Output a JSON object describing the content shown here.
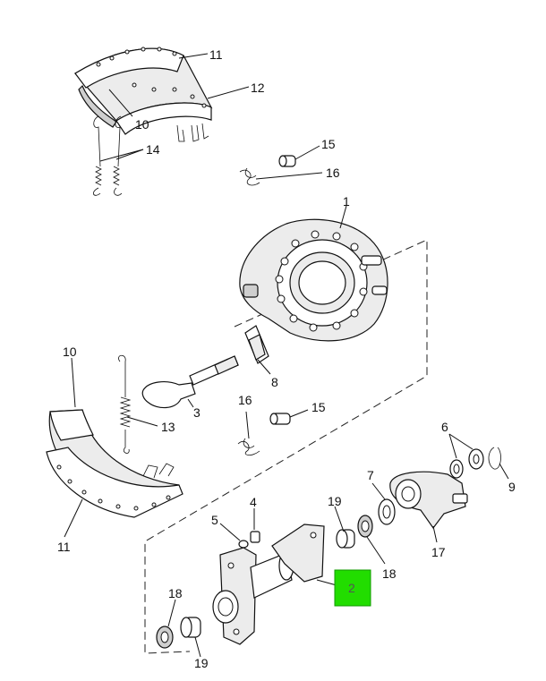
{
  "diagram": {
    "callouts": [
      {
        "id": "c11a",
        "text": "11"
      },
      {
        "id": "c12",
        "text": "12"
      },
      {
        "id": "c10a",
        "text": "10"
      },
      {
        "id": "c14",
        "text": "14"
      },
      {
        "id": "c15a",
        "text": "15"
      },
      {
        "id": "c16a",
        "text": "16"
      },
      {
        "id": "c1",
        "text": "1"
      },
      {
        "id": "c10b",
        "text": "10"
      },
      {
        "id": "c8",
        "text": "8"
      },
      {
        "id": "c3",
        "text": "3"
      },
      {
        "id": "c13",
        "text": "13"
      },
      {
        "id": "c16b",
        "text": "16"
      },
      {
        "id": "c15b",
        "text": "15"
      },
      {
        "id": "c6",
        "text": "6"
      },
      {
        "id": "c9",
        "text": "9"
      },
      {
        "id": "c7",
        "text": "7"
      },
      {
        "id": "c11b",
        "text": "11"
      },
      {
        "id": "c4",
        "text": "4"
      },
      {
        "id": "c5",
        "text": "5"
      },
      {
        "id": "c19a",
        "text": "19"
      },
      {
        "id": "c17",
        "text": "17"
      },
      {
        "id": "c18a",
        "text": "18"
      },
      {
        "id": "c18b",
        "text": "18"
      },
      {
        "id": "c19b",
        "text": "19"
      }
    ],
    "highlight": {
      "text": "2",
      "color": "#22dd00"
    }
  }
}
